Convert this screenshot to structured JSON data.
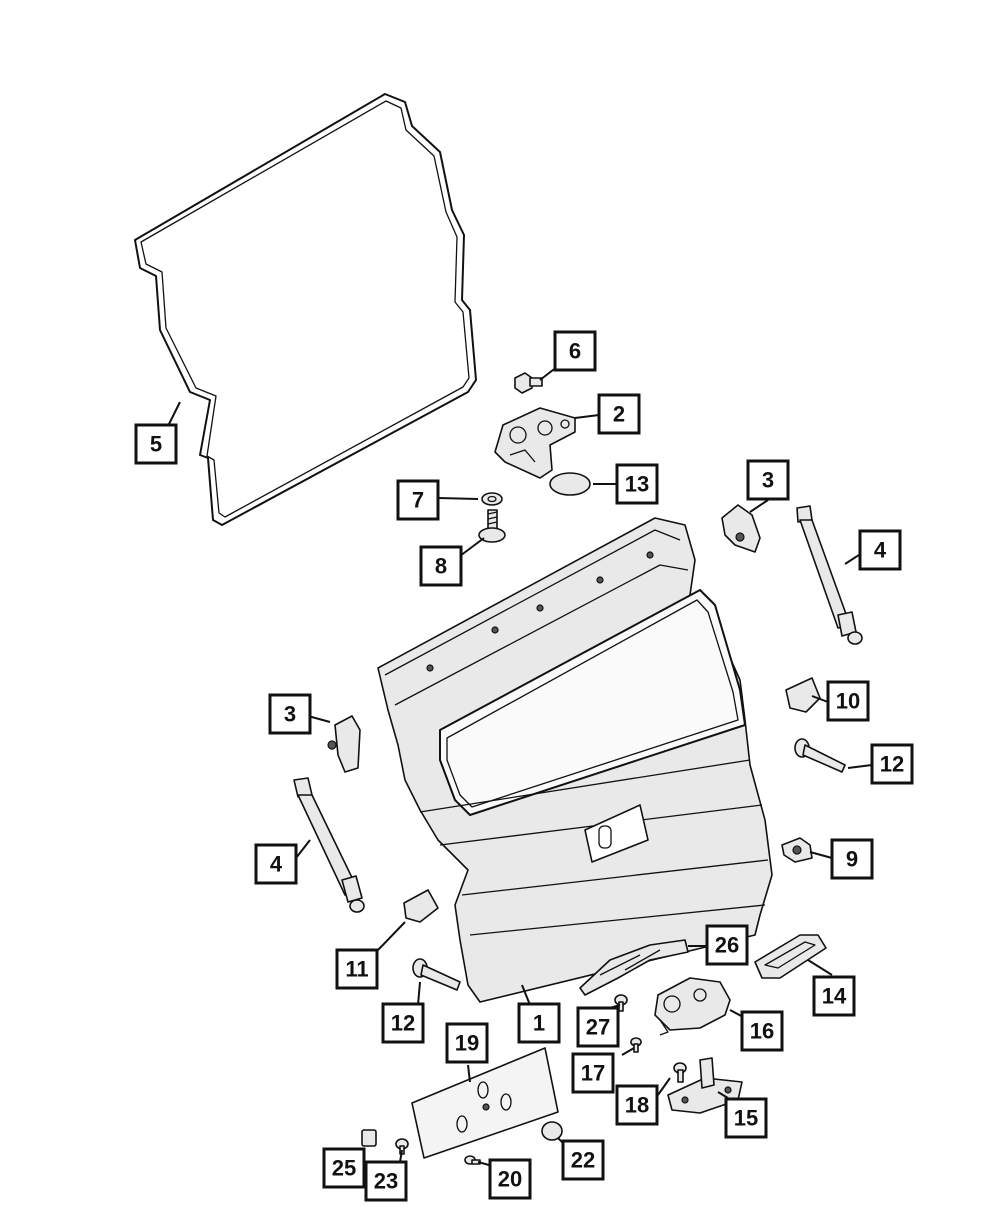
{
  "callouts": [
    {
      "id": "c5",
      "label": "5"
    },
    {
      "id": "c6",
      "label": "6"
    },
    {
      "id": "c2",
      "label": "2"
    },
    {
      "id": "c13",
      "label": "13"
    },
    {
      "id": "c7",
      "label": "7"
    },
    {
      "id": "c8",
      "label": "8"
    },
    {
      "id": "c3a",
      "label": "3"
    },
    {
      "id": "c4a",
      "label": "4"
    },
    {
      "id": "c10",
      "label": "10"
    },
    {
      "id": "c3b",
      "label": "3"
    },
    {
      "id": "c12a",
      "label": "12"
    },
    {
      "id": "c4b",
      "label": "4"
    },
    {
      "id": "c9",
      "label": "9"
    },
    {
      "id": "c11",
      "label": "11"
    },
    {
      "id": "c26",
      "label": "26"
    },
    {
      "id": "c14",
      "label": "14"
    },
    {
      "id": "c12b",
      "label": "12"
    },
    {
      "id": "c1",
      "label": "1"
    },
    {
      "id": "c27",
      "label": "27"
    },
    {
      "id": "c16",
      "label": "16"
    },
    {
      "id": "c19",
      "label": "19"
    },
    {
      "id": "c17",
      "label": "17"
    },
    {
      "id": "c18",
      "label": "18"
    },
    {
      "id": "c15",
      "label": "15"
    },
    {
      "id": "c22",
      "label": "22"
    },
    {
      "id": "c25",
      "label": "25"
    },
    {
      "id": "c23",
      "label": "23"
    },
    {
      "id": "c20",
      "label": "20"
    }
  ]
}
